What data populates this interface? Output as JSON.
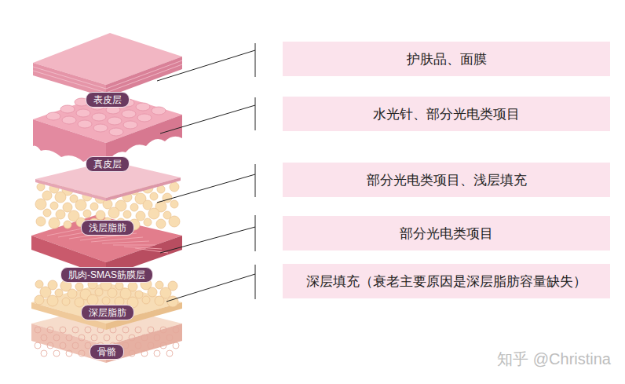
{
  "diagram": {
    "nodes": [
      {
        "text": [
          "表皮层"
        ]
      },
      {
        "text": [
          "真皮层"
        ]
      },
      {
        "text": [
          "浅层脂肪"
        ]
      },
      {
        "text": [
          "肌肉-SMAS筋膜层"
        ]
      },
      {
        "text": [
          "深层脂肪"
        ]
      },
      {
        "text": [
          "骨骼"
        ]
      },
      {
        "text": [
          "护肤品、面膜"
        ]
      },
      {
        "text": [
          "水光针、部分光电类项目"
        ]
      },
      {
        "text": [
          "部分光电类项目、浅层填充"
        ]
      },
      {
        "text": [
          "部分光电类项目"
        ]
      },
      {
        "text": [
          "深层填充（衰老主要原因是深层脂肪容量缺失）"
        ]
      }
    ],
    "labels": [
      "知乎 @Christina"
    ]
  }
}
